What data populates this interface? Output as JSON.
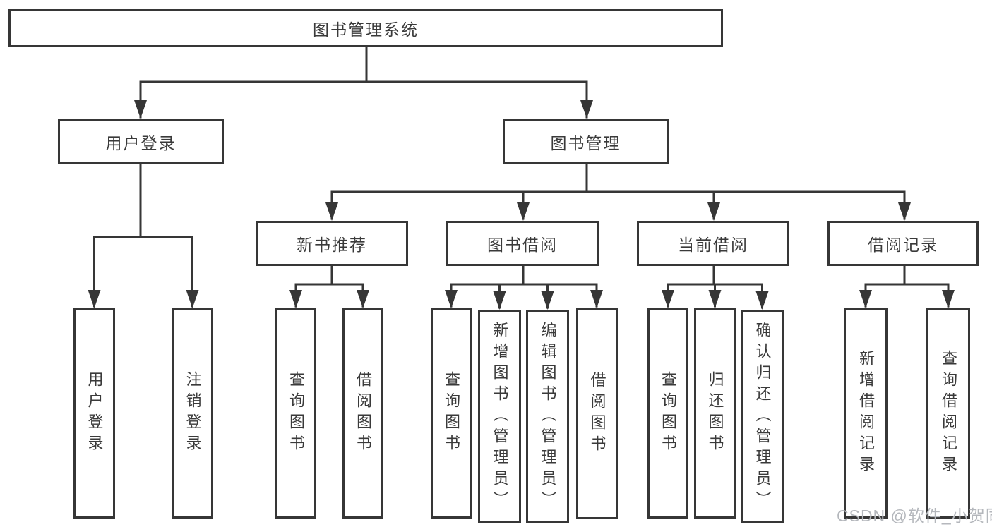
{
  "colors": {
    "line": "#363636",
    "text": "#3a3a3a",
    "box_bg": "#ffffff",
    "background": "#ffffff",
    "watermark": "#b4b7bc"
  },
  "diagram": {
    "root": {
      "label": "图书管理系统"
    },
    "level2": [
      {
        "label": "用户登录"
      },
      {
        "label": "图书管理"
      }
    ],
    "level3": [
      {
        "label": "新书推荐"
      },
      {
        "label": "图书借阅"
      },
      {
        "label": "当前借阅"
      },
      {
        "label": "借阅记录"
      }
    ],
    "leaves": {
      "user_login": [
        "用户登录",
        "注销登录"
      ],
      "new_book": [
        "查询图书",
        "借阅图书"
      ],
      "book_borrowing": [
        "查询图书",
        "新增图书（管理员）",
        "编辑图书（管理员）",
        "借阅图书"
      ],
      "current_borrowing": [
        "查询图书",
        "归还图书",
        "确认归还（管理员）"
      ],
      "borrowing_records": [
        "新增借阅记录",
        "查询借阅记录"
      ]
    }
  },
  "watermark": {
    "text": "CSDN @软件_小贺同学"
  }
}
